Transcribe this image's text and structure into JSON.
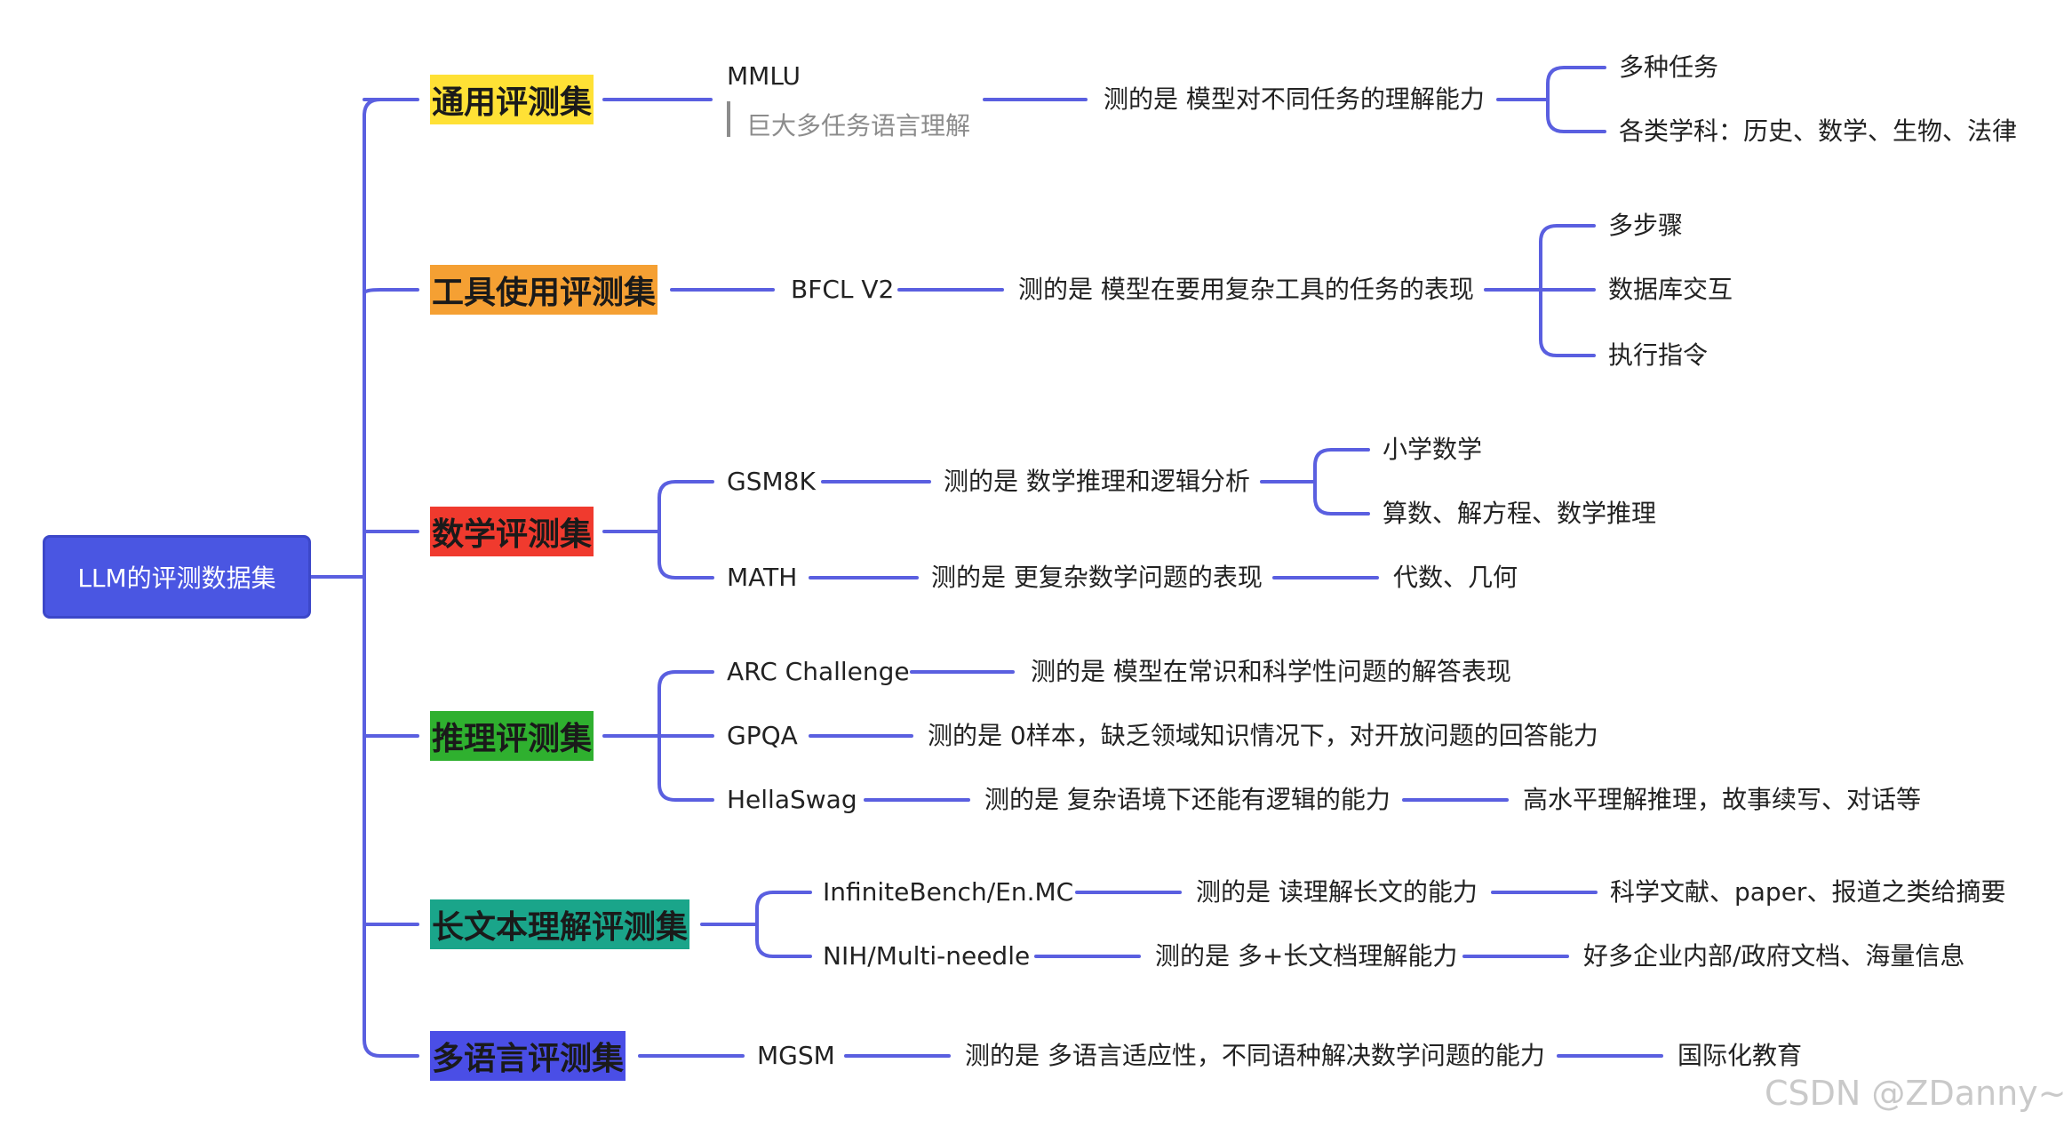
{
  "root": {
    "label": "LLM的评测数据集"
  },
  "colors": {
    "line": "#5a5fe0",
    "root_bg": "#4a56e2",
    "cat_yellow": "#ffe135",
    "cat_orange": "#f5a033",
    "cat_red": "#f03a2e",
    "cat_green": "#2fb02f",
    "cat_teal": "#1aa58a",
    "cat_blue": "#4a4ee6"
  },
  "categories": [
    {
      "label": "通用评测集",
      "color": "yellow"
    },
    {
      "label": "工具使用评测集",
      "color": "orange"
    },
    {
      "label": "数学评测集",
      "color": "red"
    },
    {
      "label": "推理评测集",
      "color": "green"
    },
    {
      "label": "长文本理解评测集",
      "color": "teal"
    },
    {
      "label": "多语言评测集",
      "color": "blue"
    }
  ],
  "datasets": {
    "mmlu": {
      "name": "MMLU",
      "subtitle": "巨大多任务语言理解",
      "desc": "测的是 模型对不同任务的理解能力",
      "details": [
        "多种任务",
        "各类学科：历史、数学、生物、法律"
      ]
    },
    "bfcl": {
      "name": "BFCL V2",
      "desc": "测的是 模型在要用复杂工具的任务的表现",
      "details": [
        "多步骤",
        "数据库交互",
        "执行指令"
      ]
    },
    "gsm8k": {
      "name": "GSM8K",
      "desc": "测的是 数学推理和逻辑分析",
      "details": [
        "小学数学",
        "算数、解方程、数学推理"
      ]
    },
    "math": {
      "name": "MATH",
      "desc": "测的是 更复杂数学问题的表现",
      "details": [
        "代数、几何"
      ]
    },
    "arc": {
      "name": "ARC Challenge",
      "desc": "测的是 模型在常识和科学性问题的解答表现"
    },
    "gpqa": {
      "name": "GPQA",
      "desc": "测的是 0样本，缺乏领域知识情况下，对开放问题的回答能力"
    },
    "hellaswag": {
      "name": "HellaSwag",
      "desc": "测的是 复杂语境下还能有逻辑的能力",
      "details": [
        "高水平理解推理，故事续写、对话等"
      ]
    },
    "infinitebench": {
      "name": "InfiniteBench/En.MC",
      "desc": "测的是 读理解长文的能力",
      "details": [
        "科学文献、paper、报道之类给摘要"
      ]
    },
    "nih": {
      "name": "NIH/Multi-needle",
      "desc": "测的是 多+长文档理解能力",
      "details": [
        "好多企业内部/政府文档、海量信息"
      ]
    },
    "mgsm": {
      "name": "MGSM",
      "desc": "测的是 多语言适应性，不同语种解决数学问题的能力",
      "details": [
        "国际化教育"
      ]
    }
  },
  "watermark": "CSDN @ZDanny~"
}
